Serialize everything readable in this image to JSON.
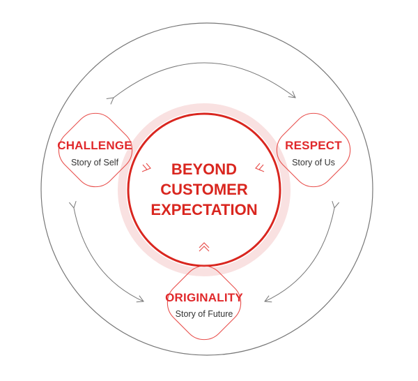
{
  "center": {
    "lines": [
      "BEYOND",
      "CUSTOMER",
      "EXPECTATION"
    ]
  },
  "nodes": [
    {
      "title": "CHALLENGE",
      "subtitle": "Story of Self"
    },
    {
      "title": "RESPECT",
      "subtitle": "Story of Us"
    },
    {
      "title": "ORIGINALITY",
      "subtitle": "Story of Future"
    }
  ],
  "colors": {
    "accent": "#e0282b",
    "halo": "#f9e1e1",
    "outline": "#666666"
  }
}
